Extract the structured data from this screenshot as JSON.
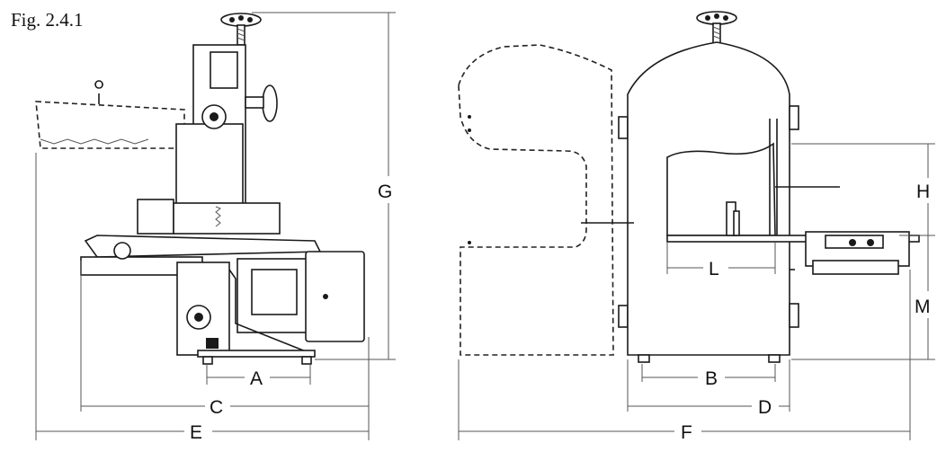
{
  "figure": {
    "caption": "Fig. 2.4.1"
  },
  "dimensions": {
    "A": "A",
    "B": "B",
    "C": "C",
    "D": "D",
    "E": "E",
    "F": "F",
    "G": "G",
    "H": "H",
    "L": "L",
    "M": "M"
  }
}
